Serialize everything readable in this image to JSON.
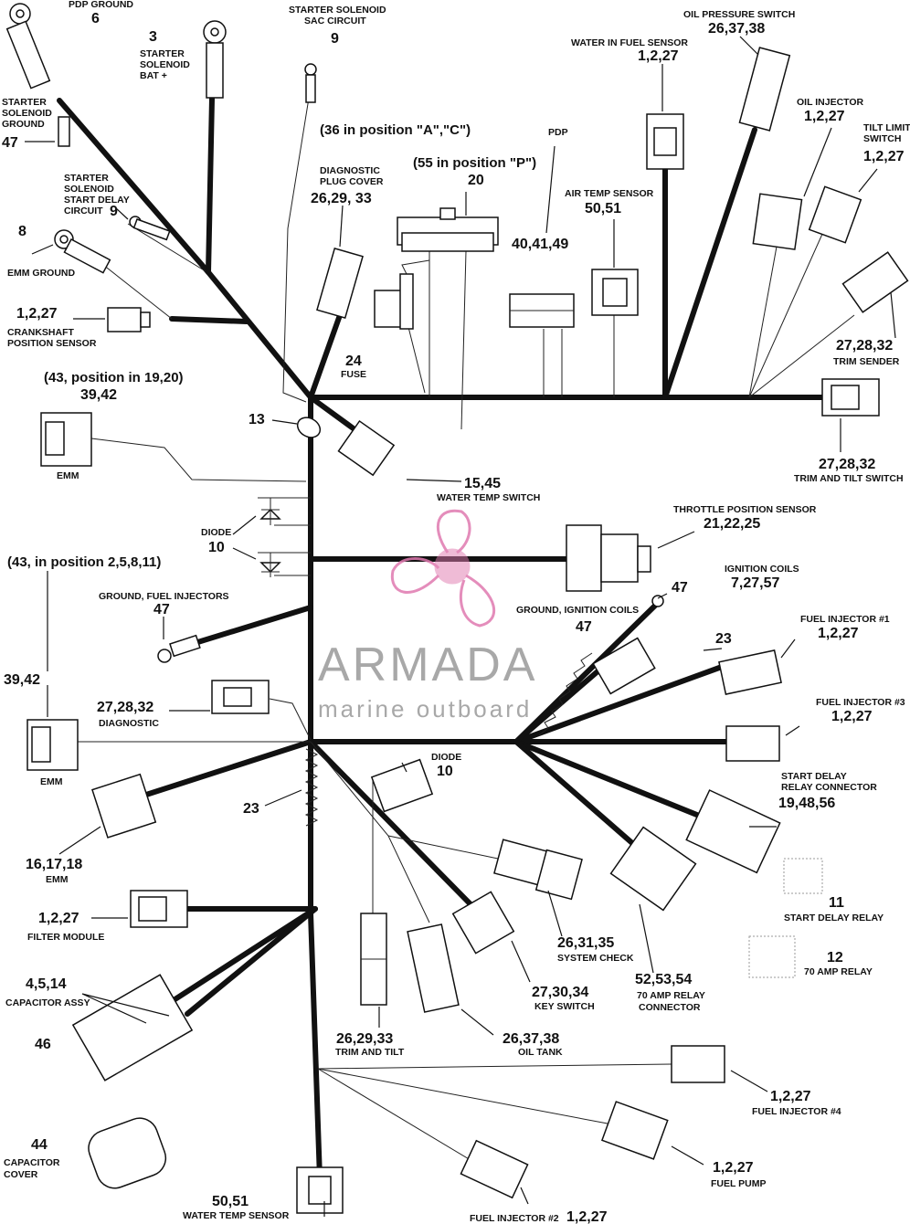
{
  "watermark": {
    "brand": "ARMADA",
    "tagline": "marine outboard",
    "color": "#e07ab0"
  },
  "labels": {
    "pdp_ground": "PDP GROUND",
    "pdp_ground_num": "6",
    "starter_bat_num": "3",
    "starter_bat_1": "STARTER",
    "starter_bat_2": "SOLENOID",
    "starter_bat_3": "BAT +",
    "sac_1": "STARTER SOLENOID",
    "sac_2": "SAC CIRCUIT",
    "sac_num": "9",
    "ssg_1": "STARTER",
    "ssg_2": "SOLENOID",
    "ssg_3": "GROUND",
    "ssg_num": "47",
    "ssd_1": "STARTER",
    "ssd_2": "SOLENOID",
    "ssd_3": "START DELAY",
    "ssd_4": "CIRCUIT",
    "ssd_num": "9",
    "emm_ground_num": "8",
    "emm_ground": "EMM GROUND",
    "crank_num": "1,2,27",
    "crank_1": "CRANKSHAFT",
    "crank_2": "POSITION SENSOR",
    "diag_cover_hint": "(36 in position \"A\",\"C\")",
    "diag_cover_1": "DIAGNOSTIC",
    "diag_cover_2": "PLUG COVER",
    "diag_cover_num": "26,29, 33",
    "pdp_hint": "(55 in position \"P\")",
    "pdp_num": "20",
    "pdp": "PDP",
    "pdp2_num": "40,41,49",
    "fuse_num": "24",
    "fuse": "FUSE",
    "air_temp": "AIR TEMP SENSOR",
    "air_temp_num": "50,51",
    "wif": "WATER IN FUEL SENSOR",
    "wif_num": "1,2,27",
    "ops": "OIL PRESSURE SWITCH",
    "ops_num": "26,37,38",
    "oil_inj": "OIL INJECTOR",
    "oil_inj_num": "1,2,27",
    "tilt_limit_1": "TILT LIMIT",
    "tilt_limit_2": "SWITCH",
    "tilt_limit_num": "1,2,27",
    "trim_sender_num": "27,28,32",
    "trim_sender": "TRIM SENDER",
    "trim_tilt_num": "27,28,32",
    "trim_tilt": "TRIM AND TILT SWITCH",
    "emm1_hint": "(43, position in 19,20)",
    "emm1_num": "39,42",
    "emm1": "EMM",
    "item13": "13",
    "wts_num": "15,45",
    "wts": "WATER TEMP SWITCH",
    "diode1": "DIODE",
    "diode1_num": "10",
    "emm2_hint": "(43, in position 2,5,8,11)",
    "tps": "THROTTLE POSITION SENSOR",
    "tps_num": "21,22,25",
    "gfi": "GROUND, FUEL INJECTORS",
    "gfi_num": "47",
    "ign_coils": "IGNITION COILS",
    "ign_coils_num": "7,27,57",
    "ign_ground_num_top": "47",
    "ign_ground": "GROUND, IGNITION COILS",
    "ign_ground_num": "47",
    "item23a": "23",
    "fi1": "FUEL INJECTOR #1",
    "fi1_num": "1,2,27",
    "fi3": "FUEL INJECTOR #3",
    "fi3_num": "1,2,27",
    "emm2_num": "39,42",
    "emm2": "EMM",
    "diag_num": "27,28,32",
    "diag": "DIAGNOSTIC",
    "diode2": "DIODE",
    "diode2_num": "10",
    "sdr_1": "START DELAY",
    "sdr_2": "RELAY CONNECTOR",
    "sdr_num": "19,48,56",
    "item23b": "23",
    "emm3_num": "16,17,18",
    "emm3": "EMM",
    "sdrelay_num": "11",
    "sdrelay": "START DELAY RELAY",
    "relay70_num": "12",
    "relay70": "70 AMP RELAY",
    "filter_num": "1,2,27",
    "filter": "FILTER MODULE",
    "syscheck_num": "26,31,35",
    "syscheck": "SYSTEM CHECK",
    "relay70c_num": "52,53,54",
    "relay70c_1": "70 AMP RELAY",
    "relay70c_2": "CONNECTOR",
    "cap_num": "4,5,14",
    "cap": "CAPACITOR ASSY",
    "key_num": "27,30,34",
    "key": "KEY SWITCH",
    "item46": "46",
    "tt2_num": "26,29,33",
    "tt2": "TRIM AND TILT",
    "oiltank_num": "26,37,38",
    "oiltank": "OIL TANK",
    "fi4_num": "1,2,27",
    "fi4": "FUEL INJECTOR #4",
    "cap_cover_num": "44",
    "cap_cover_1": "CAPACITOR",
    "cap_cover_2": "COVER",
    "fuelpump_num": "1,2,27",
    "fuelpump": "FUEL PUMP",
    "wts2_num": "50,51",
    "wts2": "WATER TEMP SENSOR",
    "fi2": "FUEL INJECTOR #2",
    "fi2_num": "1,2,27"
  }
}
